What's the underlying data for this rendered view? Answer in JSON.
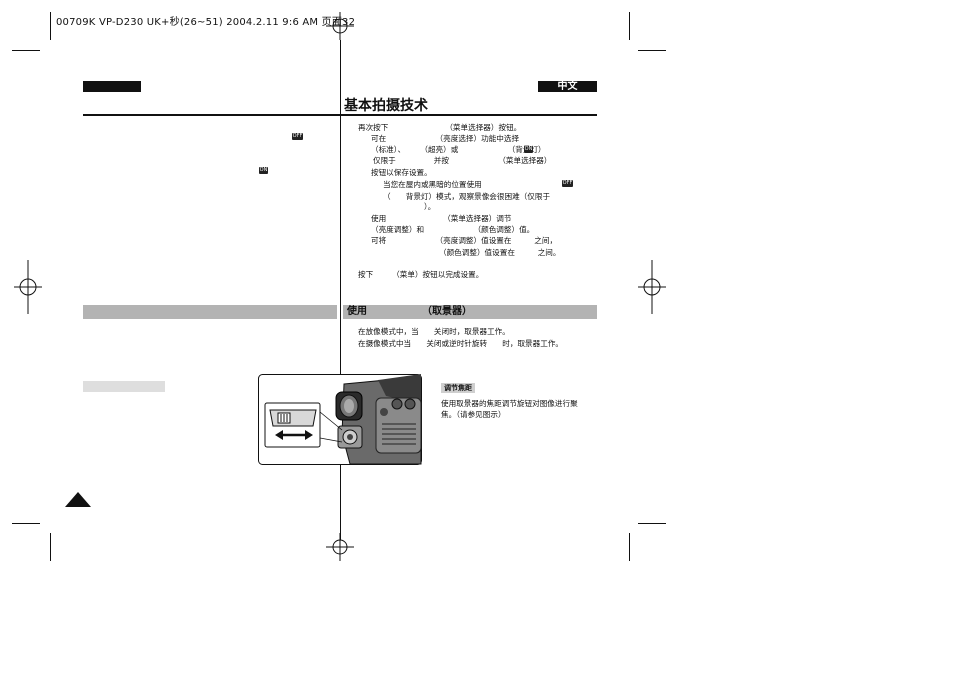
{
  "header": {
    "print_info": "00709K VP-D230 UK+秒(26~51) 2004.2.11 9:6 AM 页面32"
  },
  "lang_tags": {
    "left": "",
    "right": "中文"
  },
  "page": {
    "title": "基本拍摄技术"
  },
  "icons": {
    "blc_off": "OFF",
    "blc_on": "ON"
  },
  "right_column": {
    "lines": [
      "再次按下　　　　　　　　（菜单选择器）按钮。",
      "可在　　　　　　　（亮度选择）功能中选择",
      "（标准）、　　　（超亮）或　　　　　　　（背景灯）",
      "仅限于　　　　　并按　　　　　　　（菜单选择器）",
      "按钮以保存设置。",
      "当您在屋内或黑暗的位置使用",
      "（　　背景灯）模式，观察景像会很困难（仅限于",
      "）。",
      "使用　　　　　　　　（菜单选择器）调节",
      "（亮度调整）和　　　　　　　（颜色调整）值。",
      "可将　　　　　　　（亮度调整）值设置在　　　之间，",
      "（颜色调整）值设置在　　　之间。",
      "按下　　　（菜单）按钮以完成设置。"
    ]
  },
  "viewfinder_section": {
    "title": "使用　　　　　　（取景器）",
    "lines": [
      "在放像模式中，当　　关闭时，取景器工作。",
      "在摄像模式中当　　关闭或逆时针旋转　　时，取景器工作。"
    ]
  },
  "focus": {
    "label": "调节焦距",
    "lines": [
      "使用取景器的焦距调节旋钮对图像进行聚",
      "焦。（请参见图示）"
    ]
  }
}
